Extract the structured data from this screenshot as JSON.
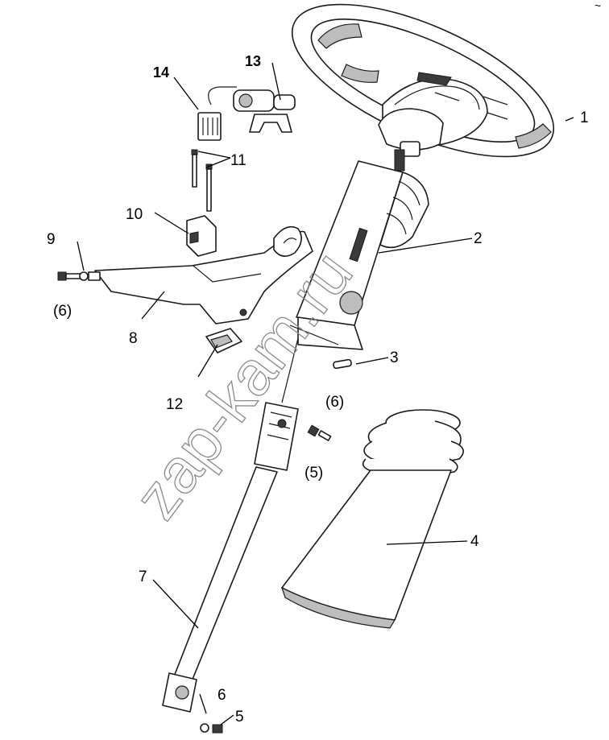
{
  "watermark": "zap-kam.ru",
  "corner_mark": "~",
  "callouts": [
    {
      "id": "1",
      "text": "1"
    },
    {
      "id": "2",
      "text": "2"
    },
    {
      "id": "3",
      "text": "3"
    },
    {
      "id": "4",
      "text": "4"
    },
    {
      "id": "5a",
      "text": "(5)"
    },
    {
      "id": "5b",
      "text": "5"
    },
    {
      "id": "6a",
      "text": "(6)"
    },
    {
      "id": "6b",
      "text": "(6)"
    },
    {
      "id": "6c",
      "text": "6"
    },
    {
      "id": "7",
      "text": "7"
    },
    {
      "id": "8",
      "text": "8"
    },
    {
      "id": "9",
      "text": "9"
    },
    {
      "id": "10",
      "text": "10"
    },
    {
      "id": "11",
      "text": "11"
    },
    {
      "id": "12",
      "text": "12"
    },
    {
      "id": "13",
      "text": "13"
    },
    {
      "id": "14",
      "text": "14"
    }
  ]
}
